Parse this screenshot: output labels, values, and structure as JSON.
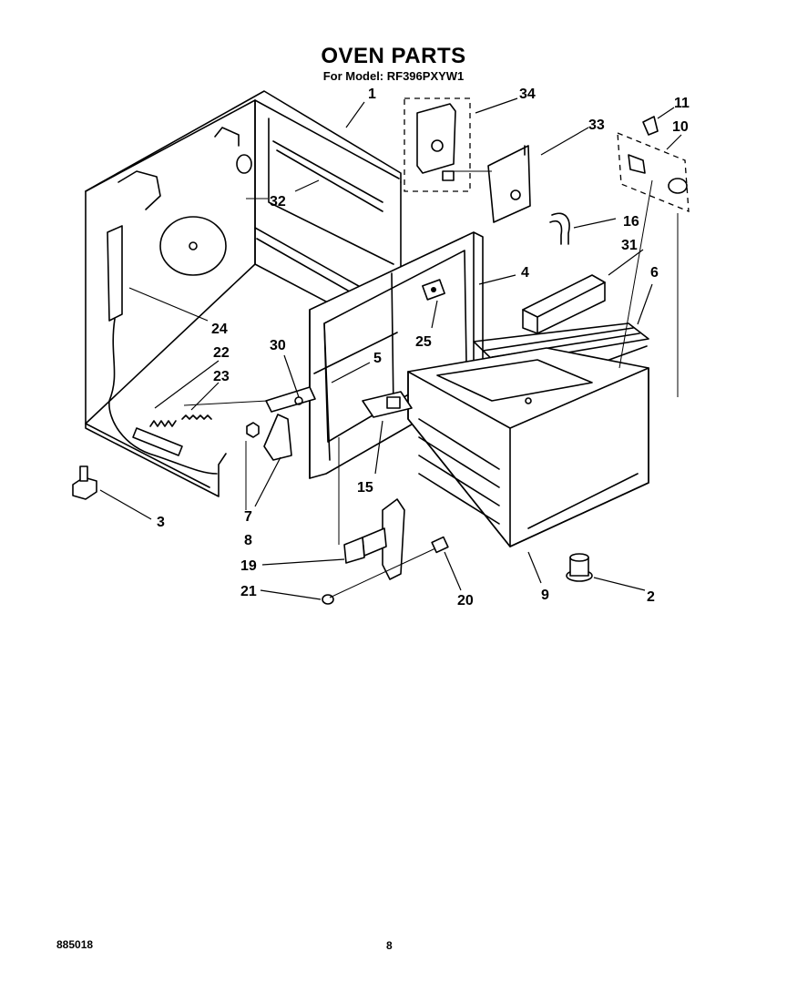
{
  "header": {
    "title": "OVEN PARTS",
    "subtitle": "For Model: RF396PXYW1"
  },
  "footer": {
    "doc_number": "885018",
    "page_number": "8"
  },
  "callouts": {
    "c1": "1",
    "c2": "2",
    "c3": "3",
    "c4": "4",
    "c5": "5",
    "c6": "6",
    "c7": "7",
    "c8": "8",
    "c9": "9",
    "c10": "10",
    "c11": "11",
    "c15": "15",
    "c16": "16",
    "c19": "19",
    "c20": "20",
    "c21": "21",
    "c22": "22",
    "c23": "23",
    "c24": "24",
    "c25": "25",
    "c30": "30",
    "c31": "31",
    "c32": "32",
    "c33": "33",
    "c34": "34"
  }
}
